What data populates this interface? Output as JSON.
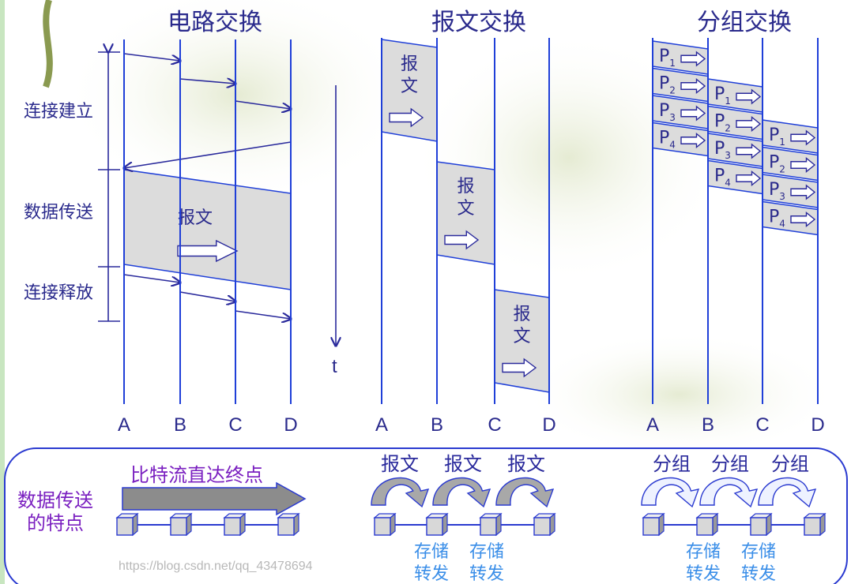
{
  "circuit": {
    "title": "电路交换",
    "phases": [
      "连接建立",
      "数据传送",
      "连接释放"
    ],
    "message": "报文",
    "nodes": [
      "A",
      "B",
      "C",
      "D"
    ]
  },
  "time_label": "t",
  "message": {
    "title": "报文交换",
    "box_label": [
      "报",
      "文"
    ],
    "nodes": [
      "A",
      "B",
      "C",
      "D"
    ]
  },
  "packet": {
    "title": "分组交换",
    "packets": [
      "1",
      "2",
      "3",
      "4"
    ],
    "packet_prefix": "P",
    "nodes": [
      "A",
      "B",
      "C",
      "D"
    ]
  },
  "bottom": {
    "heading": [
      "数据传送",
      "的特点"
    ],
    "circuit_note": "比特流直达终点",
    "message_hops": [
      "报文",
      "报文",
      "报文"
    ],
    "packet_hops": [
      "分组",
      "分组",
      "分组"
    ],
    "store_forward": [
      "存储",
      "转发"
    ]
  },
  "watermark": "https://blog.csdn.net/qq_43478694",
  "colors": {
    "line": "#1f3fd8",
    "text": "#2a2a8c",
    "accent": "#7a1fc0",
    "store": "#3a8ee8",
    "fill": "#dcdcdc"
  }
}
